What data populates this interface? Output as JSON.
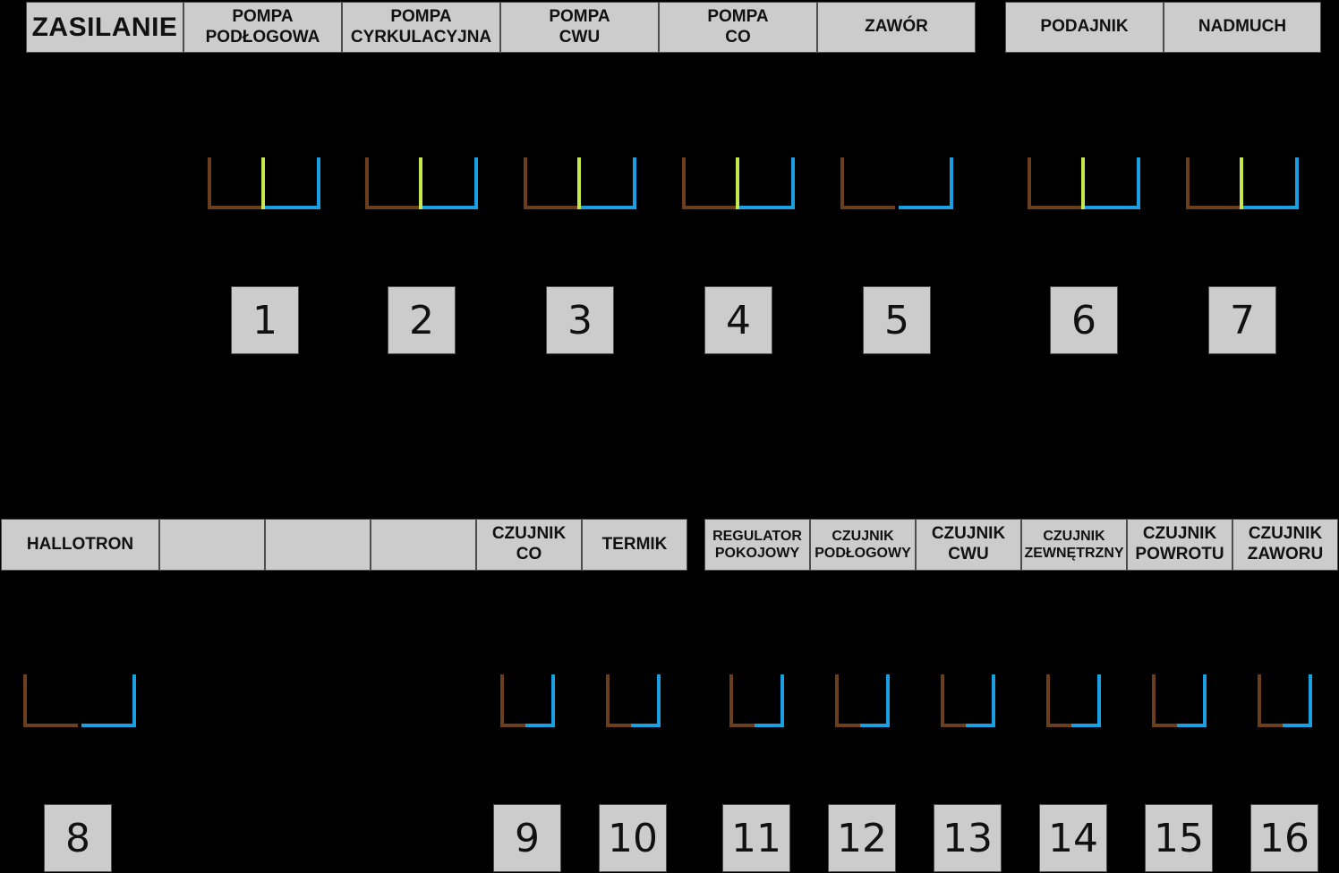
{
  "top_headers": {
    "zasilanie": "ZASILANIE",
    "pompa_podlogowa": [
      "POMPA",
      "PODŁOGOWA"
    ],
    "pompa_cyrkulacyjna": [
      "POMPA",
      "CYRKULACYJNA"
    ],
    "pompa_cwu": [
      "POMPA",
      "CWU"
    ],
    "pompa_co": [
      "POMPA",
      "CO"
    ],
    "zawor": "ZAWÓR",
    "podajnik": "PODAJNIK",
    "nadmuch": "NADMUCH"
  },
  "bottom_headers": {
    "hallotron": "HALLOTRON",
    "czujnik_co": [
      "CZUJNIK",
      "CO"
    ],
    "termik": "TERMIK",
    "regulator_pokojowy": [
      "REGULATOR",
      "POKOJOWY"
    ],
    "czujnik_podlogowy": [
      "CZUJNIK",
      "PODŁOGOWY"
    ],
    "czujnik_cwu": [
      "CZUJNIK",
      "CWU"
    ],
    "czujnik_zewnetrzny": [
      "CZUJNIK",
      "ZEWNĘTRZNY"
    ],
    "czujnik_powrotu": [
      "CZUJNIK",
      "POWROTU"
    ],
    "czujnik_zaworu": [
      "CZUJNIK",
      "ZAWORU"
    ]
  },
  "terminals": [
    "1",
    "2",
    "3",
    "4",
    "5",
    "6",
    "7",
    "8",
    "9",
    "10",
    "11",
    "12",
    "13",
    "14",
    "15",
    "16"
  ],
  "colors": {
    "background": "#000000",
    "label_fill": "#cccccc",
    "wire_brown": "#6b3e1e",
    "wire_blue": "#1a9fe0",
    "wire_earth": "#c6e84a"
  }
}
